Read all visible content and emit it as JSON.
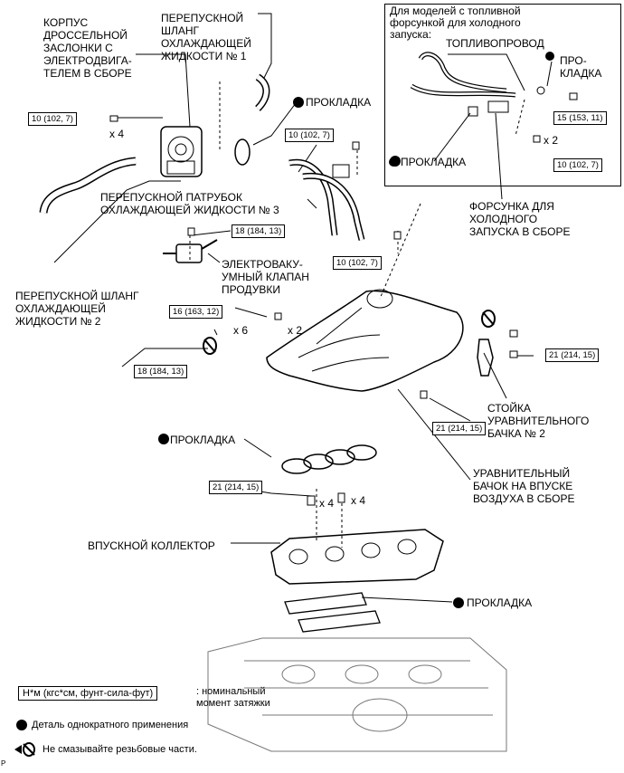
{
  "inset": {
    "title_lines": [
      "Для моделей с топливной",
      "форсункой для холодного",
      "запуска:"
    ],
    "fuel_pipe": "ТОПЛИВОПРОВОД",
    "gasket1_lines": [
      "ПРО-",
      "КЛАДКА"
    ],
    "gasket2": "ПРОКЛАДКА",
    "injector_lines": [
      "ФОРСУНКА ДЛЯ",
      "ХОЛОДНОГО",
      "ЗАПУСКА В СБОРЕ"
    ],
    "torque_a": "15 (153, 11)",
    "torque_b": "10 (102, 7)",
    "qty_b": "x 2"
  },
  "labels": {
    "throttle_body": [
      "КОРПУС",
      "ДРОССЕЛЬНОЙ",
      "ЗАСЛОНКИ С",
      "ЭЛЕКТРОДВИГА-",
      "ТЕЛЕМ В СБОРЕ"
    ],
    "bypass_hose_1": [
      "ПЕРЕПУСКНОЙ",
      "ШЛАНГ",
      "ОХЛАЖДАЮЩЕЙ",
      "ЖИДКОСТИ № 1"
    ],
    "gasket_top": "ПРОКЛАДКА",
    "bypass_pipe_3": [
      "ПЕРЕПУСКНОЙ ПАТРУБОК",
      "ОХЛАЖДАЮЩЕЙ ЖИДКОСТИ № 3"
    ],
    "vacuum_valve": [
      "ЭЛЕКТРОВАКУ-",
      "УМНЫЙ КЛАПАН",
      "ПРОДУВКИ"
    ],
    "bypass_hose_2": [
      "ПЕРЕПУСКНОЙ ШЛАНГ",
      "ОХЛАЖДАЮЩЕЙ",
      "ЖИДКОСТИ № 2"
    ],
    "stay": [
      "СТОЙКА",
      "УРАВНИТЕЛЬНОГО",
      "БАЧКА № 2"
    ],
    "gasket_mid": "ПРОКЛАДКА",
    "surge_tank": [
      "УРАВНИТЕЛЬНЫЙ",
      "БАЧОК НА ВПУСКЕ",
      "ВОЗДУХА В СБОРЕ"
    ],
    "intake_manifold": "ВПУСКНОЙ КОЛЛЕКТОР",
    "gasket_bottom": "ПРОКЛАДКА"
  },
  "torques": {
    "t1": "10 (102, 7)",
    "t2": "10 (102, 7)",
    "t3": "18 (184, 13)",
    "t4": "10 (102, 7)",
    "t5": "16 (163, 12)",
    "t6": "18 (184, 13)",
    "t7": "21 (214, 15)",
    "t8": "21 (214, 15)",
    "t9": "21 (214, 15)"
  },
  "qty": {
    "q1": "x 4",
    "q2": "x 6",
    "q3": "x 2",
    "q4": "x 4",
    "q5": "x 4"
  },
  "legend": {
    "unit": "Н*м (кгс*см, фунт-сила-фут)",
    "unit_desc": [
      ": номинальный",
      "момент затяжки"
    ],
    "single_use": "Деталь однократного применения",
    "no_lube": "Не смазывайте резьбовые части."
  },
  "page_mark": "P"
}
